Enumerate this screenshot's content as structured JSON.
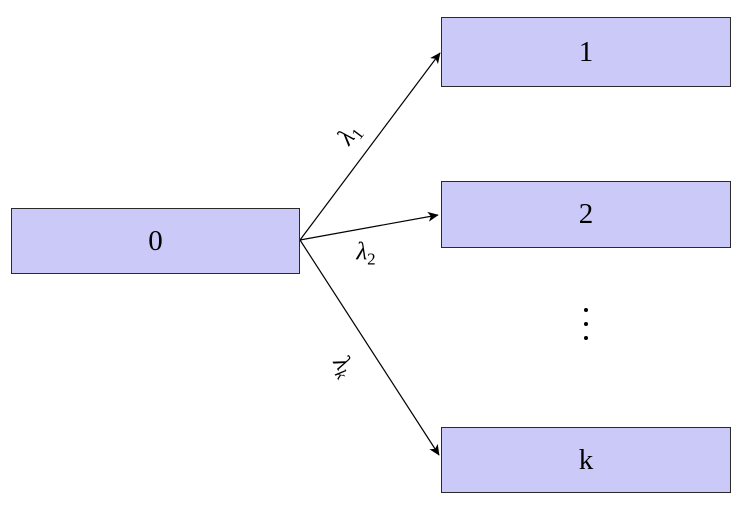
{
  "diagram": {
    "type": "state-transition",
    "nodes": [
      {
        "id": "0",
        "label": "0"
      },
      {
        "id": "1",
        "label": "1"
      },
      {
        "id": "2",
        "label": "2"
      },
      {
        "id": "k",
        "label": "k"
      }
    ],
    "edges": [
      {
        "from": "0",
        "to": "1",
        "symbol": "λ",
        "subscript": "1"
      },
      {
        "from": "0",
        "to": "2",
        "symbol": "λ",
        "subscript": "2"
      },
      {
        "from": "0",
        "to": "k",
        "symbol": "λ",
        "subscript": "k"
      }
    ],
    "ellipsis": "⋮",
    "colors": {
      "node_fill": "#cac9f8",
      "node_border": "#2a2a2a",
      "edge": "#000000",
      "text": "#000000"
    }
  }
}
